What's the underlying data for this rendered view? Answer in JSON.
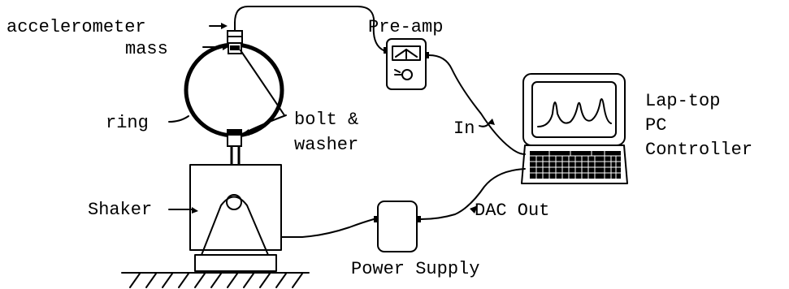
{
  "labels": {
    "accelerometer": "accelerometer",
    "mass": "mass",
    "ring": "ring",
    "bolt_washer_line1": "bolt &",
    "bolt_washer_line2": "washer",
    "shaker": "Shaker",
    "preamp": "Pre-amp",
    "in": "In",
    "laptop_line1": "Lap-top",
    "laptop_line2": "PC",
    "laptop_line3": "Controller",
    "dac_out": "DAC Out",
    "power_supply": "Power Supply"
  }
}
